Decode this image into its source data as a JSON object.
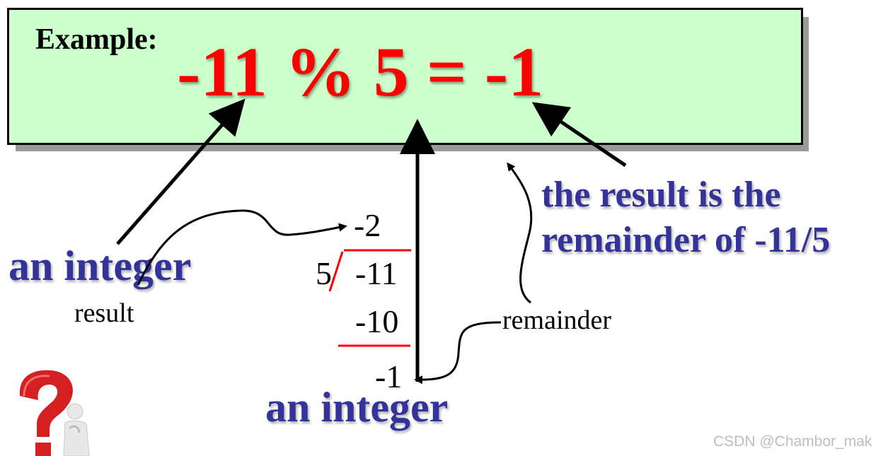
{
  "example": {
    "label": "Example:",
    "equation": "-11 % 5 = -1"
  },
  "note": {
    "line1": "the result is the",
    "line2": "remainder of -11/5"
  },
  "labels": {
    "integer_left": "an integer",
    "integer_bottom": "an integer",
    "result": "result",
    "remainder": "remainder"
  },
  "long_division": {
    "quotient": "-2",
    "divisor": "5",
    "dividend": "-11",
    "subtrahend": "-10",
    "remainder": "-1"
  },
  "watermark": "CSDN @Chambor_mak",
  "colors": {
    "box_fill": "#ccffcc",
    "equation": "#ff0000",
    "blue_text": "#333399",
    "division_lines": "#ff0000"
  }
}
